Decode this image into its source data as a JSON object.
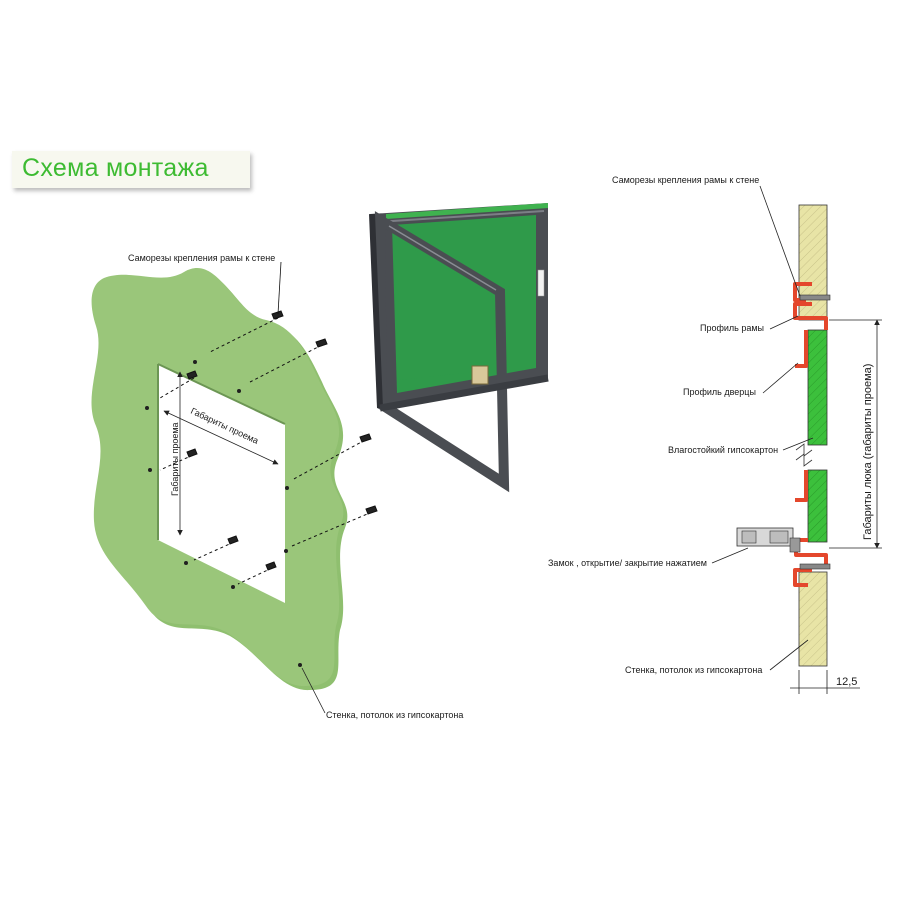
{
  "title": "Схема монтажа",
  "left_labels": {
    "screws": "Саморезы крепления рамы к стене",
    "opening_h": "Габариты проема",
    "opening_v": "Габариты проема",
    "wall": "Стенка, потолок из гипсокартона"
  },
  "right_labels": {
    "screws": "Саморезы крепления рамы к стене",
    "frame_profile": "Профиль рамы",
    "door_profile": "Профиль дверцы",
    "moisture_board": "Влагостойкий гипсокартон",
    "lock": "Замок , открытие/ закрытие нажатием",
    "wall": "Стенка, потолок из гипсокартона",
    "hatch_size": "Габариты люка (габариты проема)",
    "thickness": "12,5"
  },
  "colors": {
    "title_text": "#3dbb32",
    "board_green": "#9ac67a",
    "door_green": "#2f9a4a",
    "frame_gray": "#4a4d52",
    "drywall_yellow": "#e8e4a6",
    "insert_green": "#3cc03c",
    "profile_red": "#e4472c"
  }
}
